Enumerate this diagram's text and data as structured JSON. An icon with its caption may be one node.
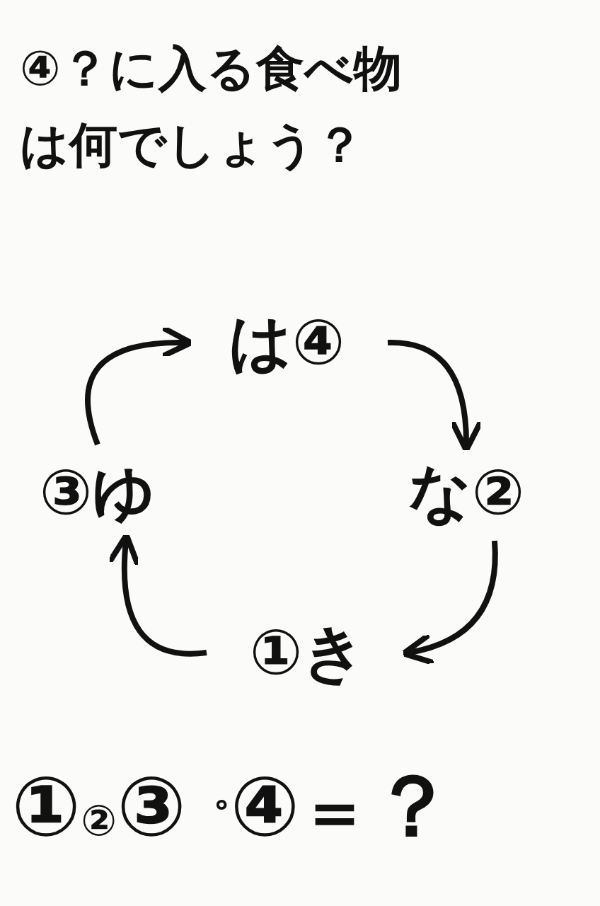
{
  "diagram": {
    "title": "④？に入る食べ物は何でしょう？",
    "nodes": [
      {
        "text": [
          "は④"
        ]
      },
      {
        "text": [
          "な②"
        ]
      },
      {
        "text": [
          "①き"
        ]
      },
      {
        "text": [
          "③ゆ"
        ]
      }
    ],
    "edges": [
      {
        "from": 0,
        "to": 1,
        "arrow": "to"
      },
      {
        "from": 1,
        "to": 2,
        "arrow": "to"
      },
      {
        "from": 2,
        "to": 3,
        "arrow": "to"
      },
      {
        "from": 3,
        "to": 0,
        "arrow": "to"
      }
    ],
    "labels": [
      "①",
      "②",
      "③",
      "゜",
      "④",
      "＝",
      "？"
    ]
  }
}
